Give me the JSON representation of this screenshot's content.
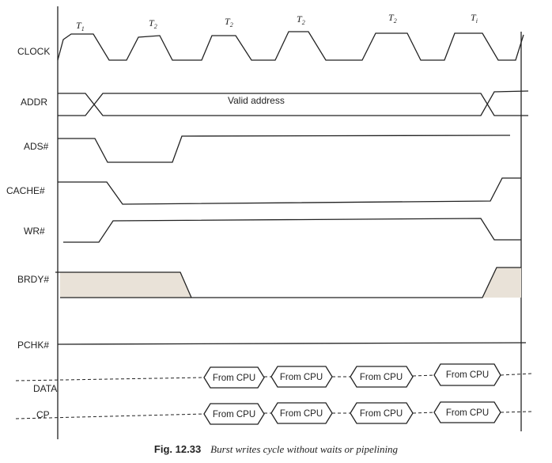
{
  "signals": {
    "clock": "CLOCK",
    "addr": "ADDR",
    "ads": "ADS#",
    "cache": "CACHE#",
    "wr": "WR#",
    "brdy": "BRDY#",
    "pchk": "PCHK#",
    "data": "DATA",
    "cp": "CP"
  },
  "states": [
    {
      "main": "T",
      "sub": "1"
    },
    {
      "main": "T",
      "sub": "2"
    },
    {
      "main": "T",
      "sub": "2"
    },
    {
      "main": "T",
      "sub": "2"
    },
    {
      "main": "T",
      "sub": "2"
    },
    {
      "main": "T",
      "sub": "i"
    }
  ],
  "addr_value": "Valid address",
  "data_boxes": [
    "From CPU",
    "From CPU",
    "From CPU",
    "From CPU"
  ],
  "cp_boxes": [
    "From CPU",
    "From CPU",
    "From CPU",
    "From CPU"
  ],
  "caption": {
    "number": "Fig. 12.33",
    "text": "Burst writes cycle without waits or pipelining"
  }
}
